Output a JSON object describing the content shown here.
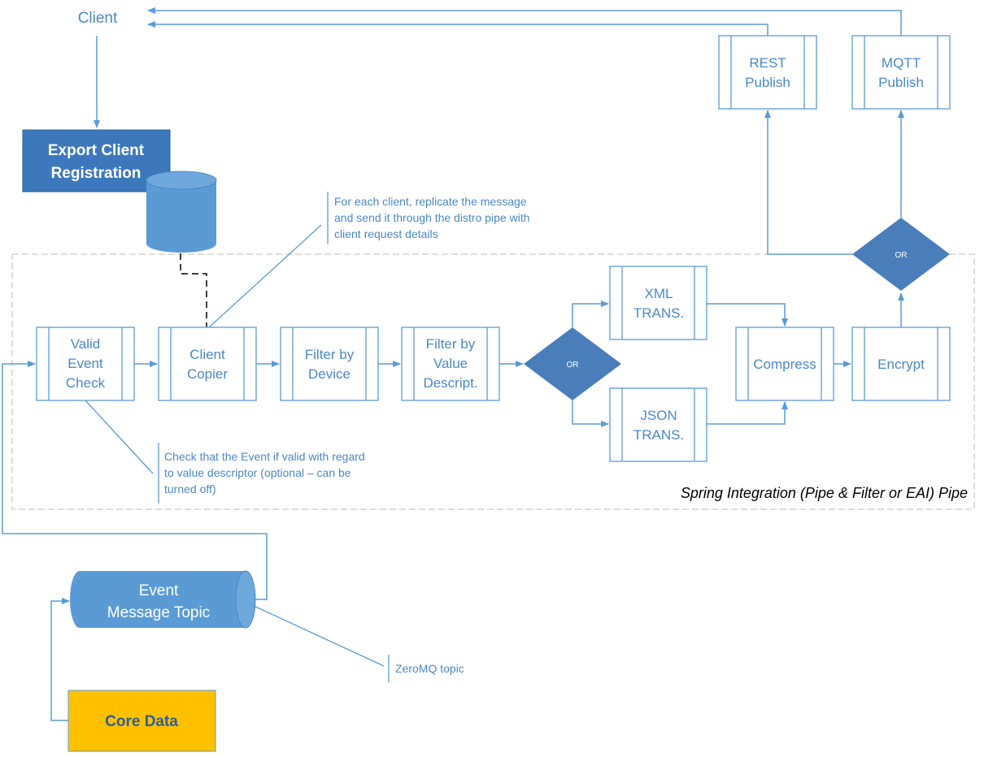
{
  "client": {
    "label": "Client"
  },
  "export_registration": {
    "line1": "Export Client",
    "line2": "Registration"
  },
  "spring_pipe": {
    "label": "Spring Integration (Pipe & Filter  or EAI) Pipe"
  },
  "filters": {
    "valid_event_check": [
      "Valid",
      "Event",
      "Check"
    ],
    "client_copier": [
      "Client",
      "Copier"
    ],
    "filter_by_device": [
      "Filter by",
      "Device"
    ],
    "filter_by_value": [
      "Filter by",
      "Value",
      "Descript."
    ],
    "xml_trans": [
      "XML",
      "TRANS."
    ],
    "json_trans": [
      "JSON",
      "TRANS."
    ],
    "compress": [
      "Compress"
    ],
    "encrypt": [
      "Encrypt"
    ],
    "rest_publish": [
      "REST",
      "Publish"
    ],
    "mqtt_publish": [
      "MQTT",
      "Publish"
    ]
  },
  "decisions": {
    "format_or": "OR",
    "publish_or": "OR"
  },
  "notes": {
    "client_copier": [
      "For each client, replicate the message",
      "and send it through the distro pipe with",
      "client request details"
    ],
    "valid_event": [
      "Check that the Event if valid with regard",
      "to value descriptor (optional – can be",
      "turned off)"
    ],
    "zeromq": [
      "ZeroMQ topic"
    ]
  },
  "event_topic": {
    "line1": "Event",
    "line2": "Message Topic"
  },
  "core_data": {
    "label": "Core Data"
  },
  "colors": {
    "accent": "#5b9bd5",
    "text": "#4a88c8",
    "box_dark": "#3d78bd",
    "diamond": "#4a7ebb",
    "core_data": "#ffc000",
    "cylinder": "#5b9bd5"
  }
}
